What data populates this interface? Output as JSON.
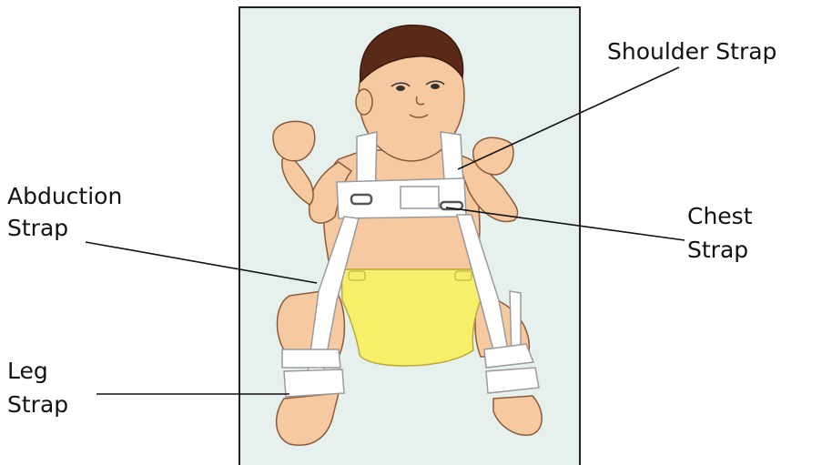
{
  "labels": {
    "shoulder_strap": "Shoulder Strap",
    "abduction_strap_line1": "Abduction",
    "abduction_strap_line2": "Strap",
    "chest_strap_line1": "Chest",
    "chest_strap_line2": "Strap",
    "leg_strap_line1": "Leg",
    "leg_strap_line2": "Strap"
  },
  "colors": {
    "panel_background": "#e6f1ed",
    "panel_border": "#222222",
    "skin": "#f6c9a1",
    "skin_outline": "#8a5a3a",
    "hair": "#5a2a18",
    "strap": "#ffffff",
    "strap_outline": "#9a9a9a",
    "diaper": "#f7ee6a",
    "buckle": "#555555",
    "leader_line": "#111111"
  }
}
